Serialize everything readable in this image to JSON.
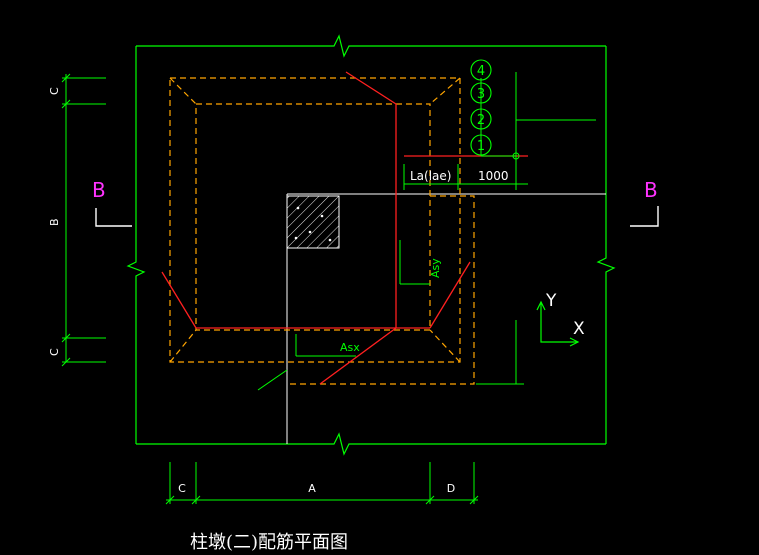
{
  "drawing": {
    "section_mark_left": "B",
    "section_mark_right": "B",
    "dim_bottom_c": "C",
    "dim_bottom_a": "A",
    "dim_bottom_d": "D",
    "dim_left_c_top": "C",
    "dim_left_b": "B",
    "dim_left_c_bottom": "C",
    "bubble_1": "1",
    "bubble_2": "2",
    "bubble_3": "3",
    "bubble_4": "4",
    "la_label": "La(lae)",
    "dim_1000": "1000",
    "asx_label": "Asx",
    "asy_label": "Asy",
    "axis_x": "X",
    "axis_y": "Y",
    "title": "柱墩(二)配筋平面图"
  },
  "colors": {
    "green": "#00ff00",
    "white": "#ffffff",
    "orange": "#ffa500",
    "red": "#ff2020",
    "magenta": "#ff33ff",
    "background": "#000000"
  }
}
